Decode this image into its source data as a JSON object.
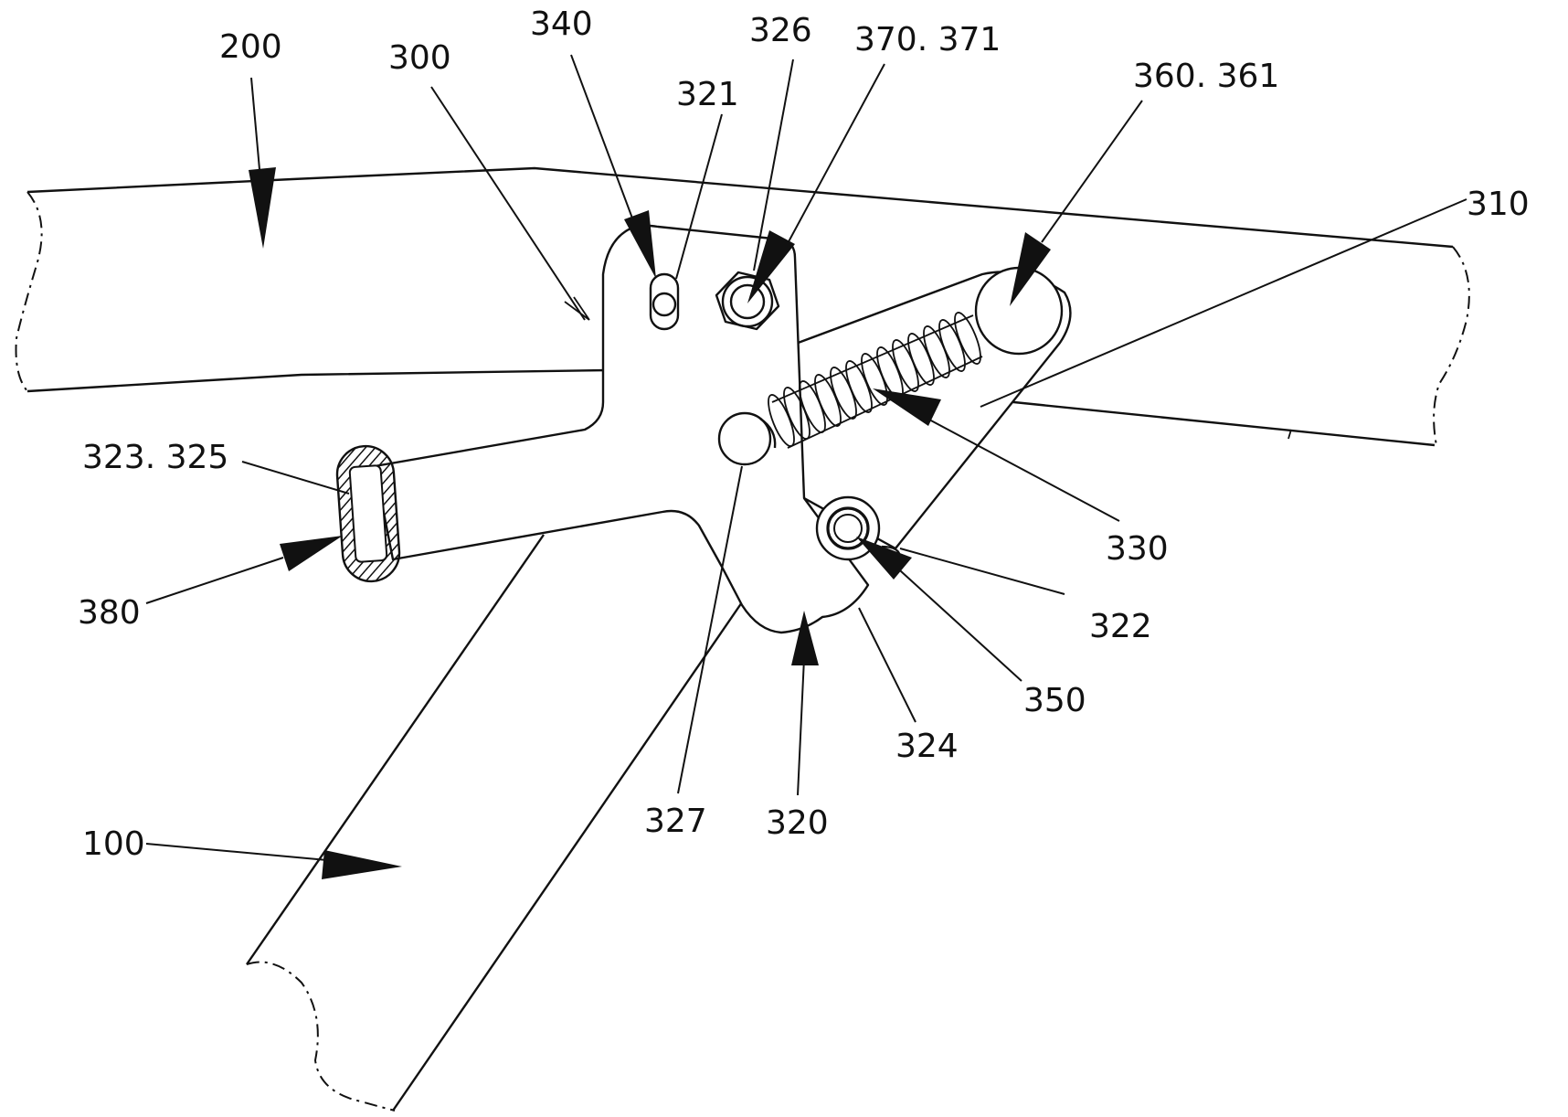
{
  "figure": {
    "labels": {
      "l100": "100",
      "l200": "200",
      "l300": "300",
      "l310": "310",
      "l320": "320",
      "l321": "321",
      "l322": "322",
      "l323": "323. 325",
      "l324": "324",
      "l326": "326",
      "l327": "327",
      "l330": "330",
      "l340": "340",
      "l350": "350",
      "l360": "360. 361",
      "l370": "370. 371",
      "l380": "380"
    }
  }
}
